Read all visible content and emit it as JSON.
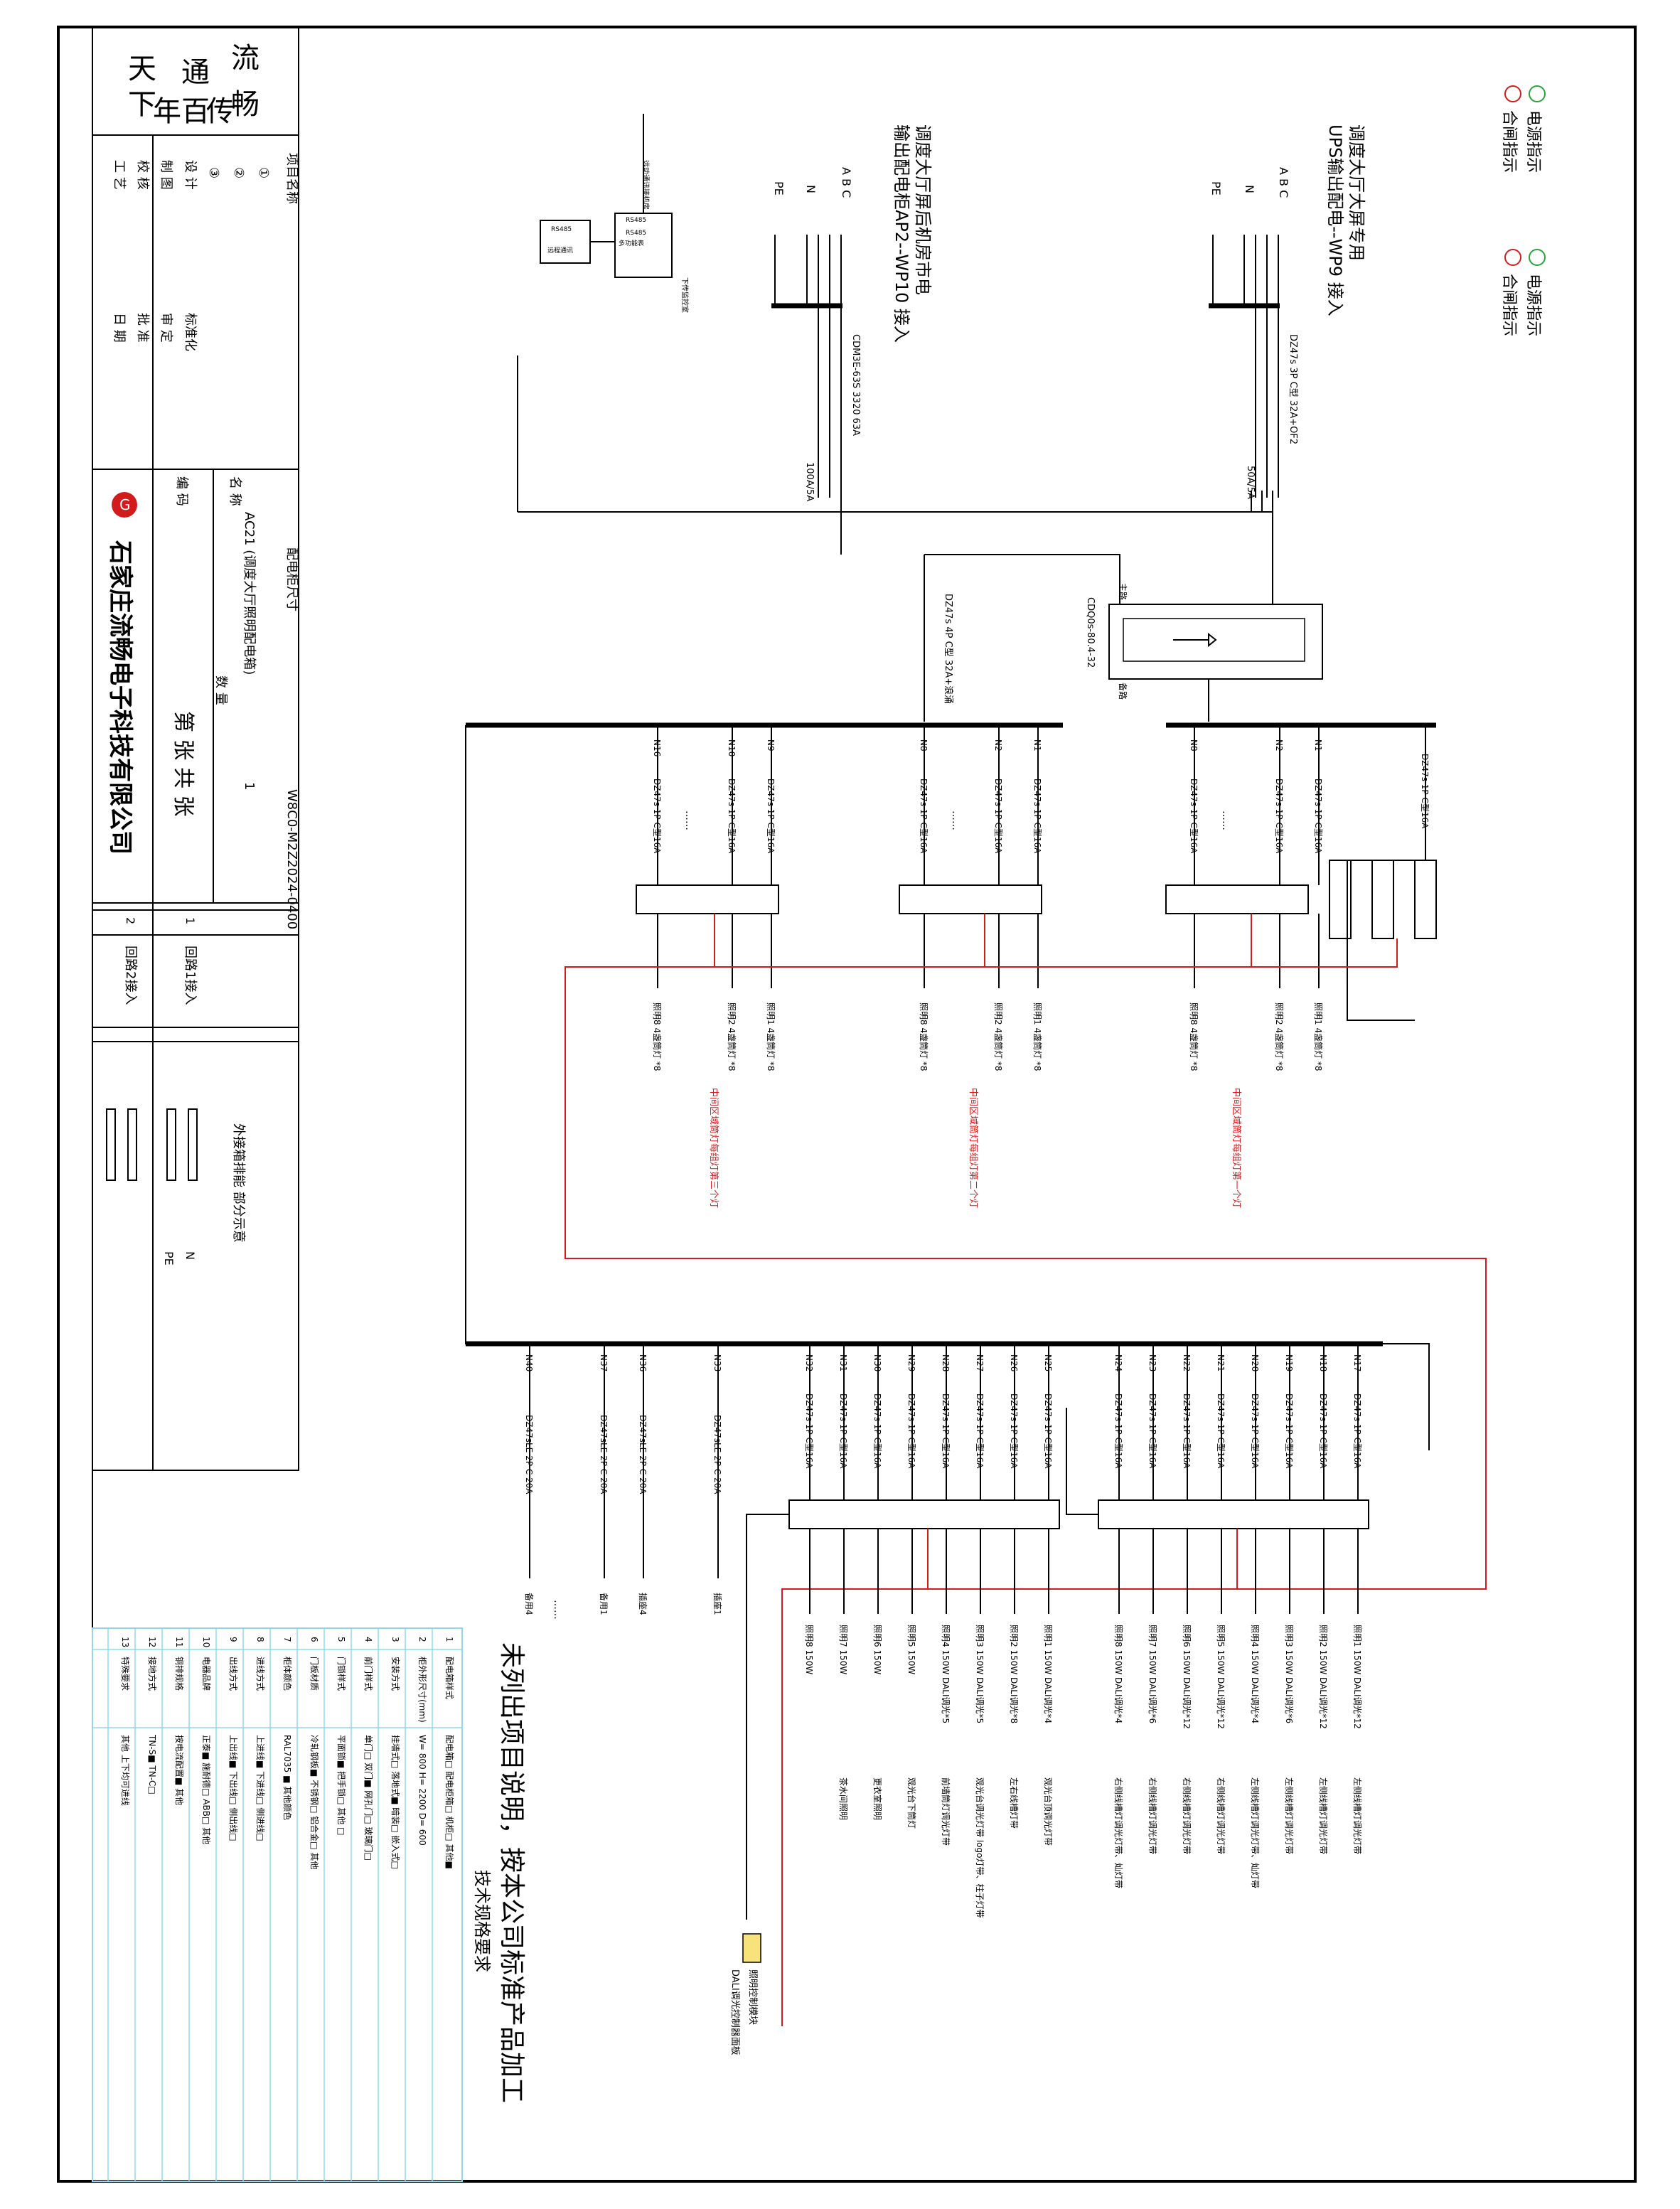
{
  "title_block": {
    "slogan": [
      "流",
      "畅",
      "通",
      "天",
      "下",
      "传",
      "百",
      "年"
    ],
    "project_name_label": "项目名称",
    "rev_1": "①",
    "rev_2": "②",
    "rev_3": "③",
    "design_label": "设 计",
    "drawing_label": "制 图",
    "check_label": "校 核",
    "process_label": "工 艺",
    "standard_label": "标准化",
    "review_label": "审 定",
    "approve_label": "批 准",
    "date_label": "日 期",
    "name_label": "名 称",
    "code_label": "编 码",
    "name_value": "AC21 (调度大厅照明配电箱)",
    "code_value": "配电柜尺寸",
    "quantity_label": "数 量",
    "quantity_value": "1",
    "drawing_no": "W8C0-M2Z2024-0400",
    "sheet_info": "第  张  共  张",
    "company": "石家庄流畅电子科技有限公司",
    "circuit1_no": "1",
    "circuit1_label": "回路1接入",
    "circuit2_no": "2",
    "circuit2_label": "回路2接入",
    "terminal_caption": "外接箱排能 部分示意",
    "terminal_n": "N",
    "terminal_pe": "PE"
  },
  "indicators": {
    "label_power": "电源指示",
    "label_close": "合闸指示",
    "label_power_2": "电源指示",
    "label_close_2": "合闸指示"
  },
  "incomers": {
    "main_title_1": "调度大厅大屏专用",
    "main_title_2": "UPS输出配电--WP9 接入",
    "backup_title_1": "调度大厅屏后机房市电",
    "backup_title_2": "输出配电柜AP2--WP10 接入",
    "phases": "A  B  C",
    "n": "N",
    "pe": "PE",
    "main_breaker": "DZ47s 3P C型 32A+OF2",
    "backup_breaker": "CDM3E-63S 3320 63A",
    "main_ct": "50A/5A",
    "backup_ct": "100A/5A",
    "ats": "CDQ0s-80.4-32",
    "ats_main": "主路",
    "ats_backup": "备路",
    "spd_breaker": "DZ47s 4P C型 32A+浪涌",
    "rs485_1": "RS485",
    "rs485_2": "RS485",
    "rs485_3": "RS485",
    "meter_label": "多功能表",
    "module_label": "远程通讯",
    "comm_note": "远动通讯接机房",
    "comm_note2": "下传监控室"
  },
  "upper_circuits": {
    "group_a_ids": [
      "N1",
      "N2",
      "N8"
    ],
    "group_b_ids": [
      "N1",
      "N2",
      "N8"
    ],
    "group_c_ids": [
      "N9",
      "N10",
      "N16"
    ],
    "breaker": "DZ47s 1P C型16A",
    "ind_breaker": "DZ47s 1P C型16A",
    "loads_a": [
      "照明1 4盏筒灯 *8",
      "照明2 4盏筒灯 *8",
      "照明8 4盏筒灯 *8"
    ],
    "loads_b": [
      "照明1 4盏筒灯 *8",
      "照明2 4盏筒灯 *8",
      "照明8 4盏筒灯 *8"
    ],
    "loads_c": [
      "照明1 4盏筒灯 *8",
      "照明2 4盏筒灯 *8",
      "照明8 4盏筒灯 *8"
    ],
    "note_a": "中间区域筒灯每组灯第一个灯",
    "note_b": "中间区域筒灯每组灯第二个灯",
    "note_c": "中间区域筒灯每组灯第三个灯",
    "ellipsis": "……"
  },
  "lower_circuits": {
    "ids_right": [
      "N17",
      "N18",
      "N19",
      "N20",
      "N21",
      "N22",
      "N23",
      "N24"
    ],
    "ids_mid": [
      "N25",
      "N26",
      "N27",
      "N28",
      "N29",
      "N30",
      "N31",
      "N32"
    ],
    "ids_spare": [
      "N33",
      "N36",
      "N37",
      "N40"
    ],
    "breaker": "DZ47s 1P C型16A",
    "spare_breaker": "DZ47sLE 2P C 20A",
    "loads_right": [
      "照明1 150W DALI调光*12",
      "照明2 150W DALI调光*12",
      "照明3 150W DALI调光*6",
      "照明4 150W DALI调光*4",
      "照明5 150W DALI调光*12",
      "照明6 150W DALI调光*12",
      "照明7 150W DALI调光*6",
      "照明8 150W DALI调光*4"
    ],
    "notes_right": [
      "左侧线槽灯调光灯带",
      "左侧线槽灯调光灯带",
      "左侧线槽灯调光灯带",
      "左侧线槽灯调光灯带、灿灯带",
      "右侧线槽灯调光灯带",
      "右侧线槽灯调光灯带",
      "右侧线槽灯调光灯带",
      "右侧线槽灯调光灯带、灿灯带"
    ],
    "loads_mid": [
      "照明1 150W DALI调光*4",
      "照明2 150W DALI调光*8",
      "照明3 150W DALI调光*5",
      "照明4 150W DALI调光*5",
      "照明5 150W",
      "照明6 150W",
      "照明7 150W",
      "照明8 150W"
    ],
    "notes_mid": [
      "观光台顶调光灯带",
      "左右线槽灯带",
      "观光台调光灯带 logo灯带、柱子灯带",
      "前墙筒灯调光灯带",
      "观光台下筒灯",
      "更衣室照明",
      "茶水间照明",
      ""
    ],
    "loads_spare": [
      "插座1",
      "插座4",
      "备用1",
      "备用4"
    ],
    "dali_note": "照明控制模块",
    "dali_note2": "DALI调光控制器面板",
    "ellipsis": "……"
  },
  "spec": {
    "heading": "未列出项目说明，按本公司标准产品加工",
    "subheading": "技术规格要求",
    "rows": [
      {
        "no": "1",
        "item": "配电箱样式",
        "value": "配电箱□  配电柜箱□  机柜□  其他■"
      },
      {
        "no": "2",
        "item": "柜外形尺寸(mm)",
        "value": "W= 800  H= 2200  D= 600"
      },
      {
        "no": "3",
        "item": "安装方式",
        "value": "挂墙式□  落地式■  暗装□  嵌入式□"
      },
      {
        "no": "4",
        "item": "前门样式",
        "value": "单门□  双门■  网孔门□  玻璃门□"
      },
      {
        "no": "5",
        "item": "门锁样式",
        "value": "平面锁■  把手锁□  其他 □"
      },
      {
        "no": "6",
        "item": "门板材质",
        "value": "冷轧钢板■  不锈钢□  铝合金□  其他"
      },
      {
        "no": "7",
        "item": "柜体颜色",
        "value": "RAL7035 ■  其他颜色"
      },
      {
        "no": "8",
        "item": "进线方式",
        "value": "上进线■  下进线□  侧进线□"
      },
      {
        "no": "9",
        "item": "出线方式",
        "value": "上出线■  下出线□  侧出线□"
      },
      {
        "no": "10",
        "item": "电器品牌",
        "value": "正泰■  施耐德□  ABB□  其他"
      },
      {
        "no": "11",
        "item": "铜排规格",
        "value": "按电流配置■  其他"
      },
      {
        "no": "12",
        "item": "接地方式",
        "value": "TN-S■  TN-C□"
      },
      {
        "no": "13",
        "item": "特殊要求",
        "value": "其他 上下均可进线"
      }
    ]
  }
}
